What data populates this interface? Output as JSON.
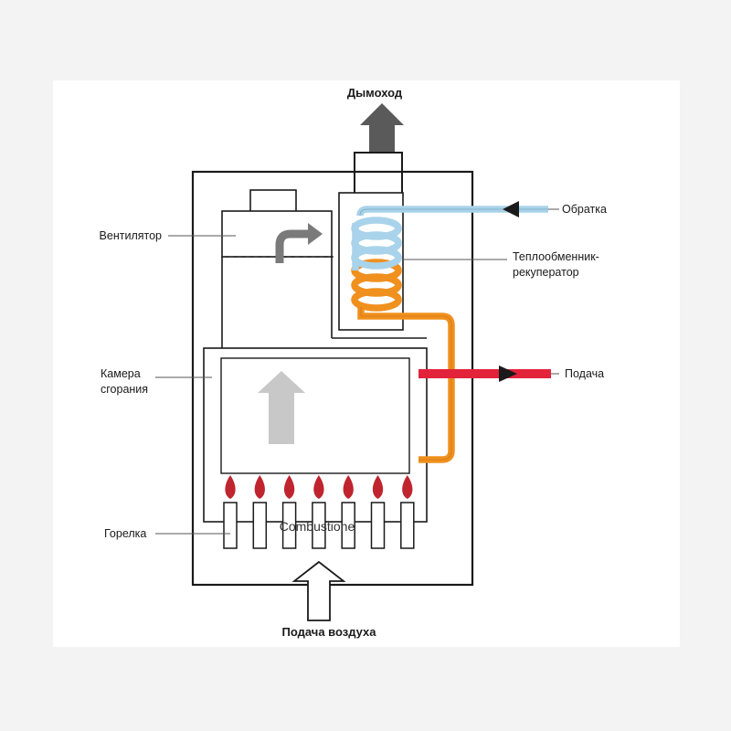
{
  "labels": {
    "chimney": "Дымоход",
    "fan": "Вентилятор",
    "return": "Обратка",
    "heat_exchanger_1": "Теплообменник-",
    "heat_exchanger_2": "рекуператор",
    "supply": "Подача",
    "chamber_1": "Камера",
    "chamber_2": "сгорания",
    "burner": "Горелка",
    "combustion": "Combustione",
    "air_supply": "Подача воздуха"
  },
  "colors": {
    "return_pipe": "#a9d3ea",
    "supply_pipe": "#e2233a",
    "hot_coil": "#f0901e",
    "flame": "#c0242e",
    "arrow_dark": "#5a5a5a",
    "arrow_light": "#c8c8c8"
  },
  "burner_count": 7
}
